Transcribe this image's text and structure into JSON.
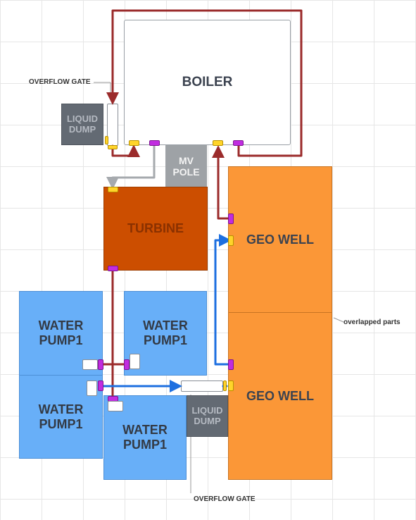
{
  "boiler": {
    "label": "BOILER"
  },
  "liquid_dump_top": {
    "label": "LIQUID\nDUMP"
  },
  "liquid_dump_bottom": {
    "label": "LIQUID\nDUMP"
  },
  "mv_pole": {
    "label": "MV\nPOLE"
  },
  "turbine": {
    "label": "TURBINE"
  },
  "geo_well_top": {
    "label": "GEO WELL"
  },
  "geo_well_bottom": {
    "label": "GEO WELL"
  },
  "water_pumps": [
    {
      "label": "WATER\nPUMP1"
    },
    {
      "label": "WATER\nPUMP1"
    },
    {
      "label": "WATER\nPUMP1"
    },
    {
      "label": "WATER\nPUMP1"
    }
  ],
  "annotations": {
    "overflow_gate_top": "OVERFLOW GATE",
    "overflow_gate_bottom": "OVERFLOW GATE",
    "overlapped_parts": "overlapped parts"
  },
  "colors": {
    "steam_pipe": "#9b2b2b",
    "water_pipe": "#1d6fe0",
    "gray_pipe": "#a6aaae",
    "turbine": "#cc4e00",
    "geo_well": "#fb9737",
    "water_pump": "#68aff8",
    "port_input": "#ffd42a",
    "port_output": "#c12ce0"
  }
}
